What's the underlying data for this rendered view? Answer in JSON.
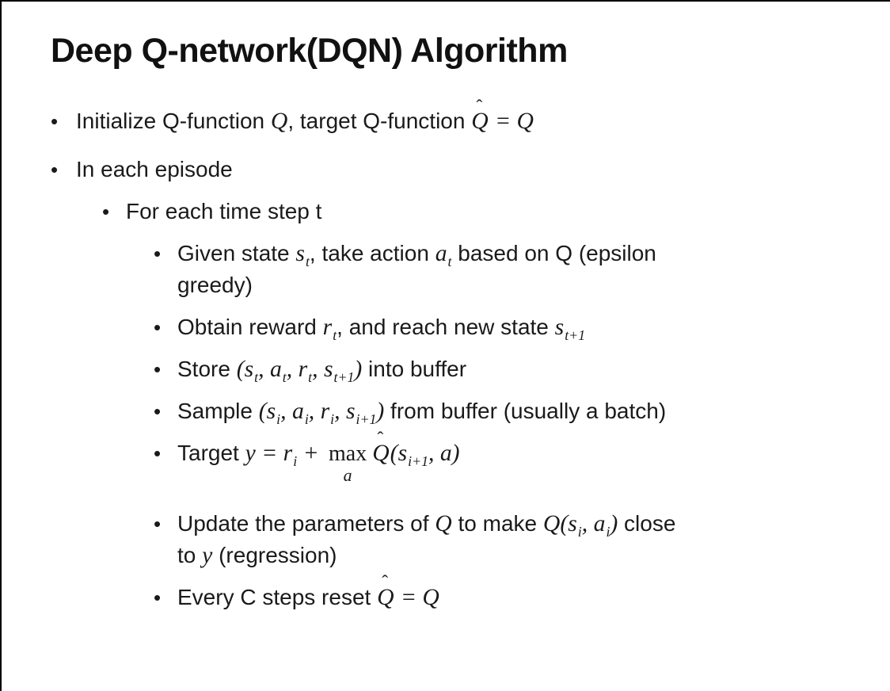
{
  "theme": {
    "background": "#ffffff",
    "text_color": "#1a1a1a",
    "title_color": "#111111",
    "edge_border_color": "#000000"
  },
  "content": {
    "title": "Deep Q-network(DQN) Algorithm",
    "bullet_char": "•",
    "bullets": [
      {
        "level": 1,
        "lines": [
          [
            {
              "k": "p",
              "t": "Initialize Q-function "
            },
            {
              "k": "m",
              "t": "Q"
            },
            {
              "k": "p",
              "t": ", target Q-function "
            },
            {
              "k": "h",
              "t": "Q",
              "mark": "ˆ"
            },
            {
              "k": "m",
              "t": " = "
            },
            {
              "k": "m",
              "t": "Q"
            }
          ]
        ]
      },
      {
        "level": 1,
        "lines": [
          [
            {
              "k": "p",
              "t": "In each episode"
            }
          ]
        ]
      },
      {
        "level": 2,
        "lines": [
          [
            {
              "k": "p",
              "t": "For each time step t"
            }
          ]
        ]
      },
      {
        "level": 3,
        "lines": [
          [
            {
              "k": "p",
              "t": "Given state "
            },
            {
              "k": "ms",
              "b": "s",
              "s": "t"
            },
            {
              "k": "p",
              "t": ", take action "
            },
            {
              "k": "ms",
              "b": "a",
              "s": "t"
            },
            {
              "k": "p",
              "t": " based on Q (epsilon"
            }
          ],
          [
            {
              "k": "p",
              "t": "greedy)"
            }
          ]
        ]
      },
      {
        "level": 3,
        "lines": [
          [
            {
              "k": "p",
              "t": "Obtain reward "
            },
            {
              "k": "ms",
              "b": "r",
              "s": "t"
            },
            {
              "k": "p",
              "t": ", and reach new state "
            },
            {
              "k": "ms",
              "b": "s",
              "s": "t+1"
            }
          ]
        ]
      },
      {
        "level": 3,
        "lines": [
          [
            {
              "k": "p",
              "t": "Store "
            },
            {
              "k": "m",
              "t": "("
            },
            {
              "k": "ms",
              "b": "s",
              "s": "t"
            },
            {
              "k": "m",
              "t": ", "
            },
            {
              "k": "ms",
              "b": "a",
              "s": "t"
            },
            {
              "k": "m",
              "t": ", "
            },
            {
              "k": "ms",
              "b": "r",
              "s": "t"
            },
            {
              "k": "m",
              "t": ", "
            },
            {
              "k": "ms",
              "b": "s",
              "s": "t+1"
            },
            {
              "k": "m",
              "t": ")"
            },
            {
              "k": "p",
              "t": " into buffer"
            }
          ]
        ]
      },
      {
        "level": 3,
        "lines": [
          [
            {
              "k": "p",
              "t": "Sample "
            },
            {
              "k": "m",
              "t": "("
            },
            {
              "k": "ms",
              "b": "s",
              "s": "i"
            },
            {
              "k": "m",
              "t": ", "
            },
            {
              "k": "ms",
              "b": "a",
              "s": "i"
            },
            {
              "k": "m",
              "t": ", "
            },
            {
              "k": "ms",
              "b": "r",
              "s": "i"
            },
            {
              "k": "m",
              "t": ", "
            },
            {
              "k": "ms",
              "b": "s",
              "s": "i+1"
            },
            {
              "k": "m",
              "t": ")"
            },
            {
              "k": "p",
              "t": " from buffer (usually a batch)"
            }
          ]
        ]
      },
      {
        "level": 3,
        "lines": [
          [
            {
              "k": "p",
              "t": "Target "
            },
            {
              "k": "m",
              "t": "y"
            },
            {
              "k": "m",
              "t": " = "
            },
            {
              "k": "ms",
              "b": "r",
              "s": "i"
            },
            {
              "k": "m",
              "t": " + "
            },
            {
              "k": "u",
              "top": "max",
              "bot": "a"
            },
            {
              "k": "h",
              "t": "Q",
              "mark": "ˆ"
            },
            {
              "k": "m",
              "t": "("
            },
            {
              "k": "ms",
              "b": "s",
              "s": "i+1"
            },
            {
              "k": "m",
              "t": ", "
            },
            {
              "k": "m",
              "t": "a"
            },
            {
              "k": "m",
              "t": ")"
            }
          ]
        ]
      },
      {
        "level": 3,
        "lines": [
          [
            {
              "k": "p",
              "t": "Update the parameters of "
            },
            {
              "k": "m",
              "t": "Q"
            },
            {
              "k": "p",
              "t": " to make "
            },
            {
              "k": "m",
              "t": "Q"
            },
            {
              "k": "m",
              "t": "("
            },
            {
              "k": "ms",
              "b": "s",
              "s": "i"
            },
            {
              "k": "m",
              "t": ", "
            },
            {
              "k": "ms",
              "b": "a",
              "s": "i"
            },
            {
              "k": "m",
              "t": ")"
            },
            {
              "k": "p",
              "t": " close"
            }
          ],
          [
            {
              "k": "p",
              "t": "to "
            },
            {
              "k": "m",
              "t": "y"
            },
            {
              "k": "p",
              "t": " (regression)"
            }
          ]
        ]
      },
      {
        "level": 3,
        "lines": [
          [
            {
              "k": "p",
              "t": "Every C steps reset "
            },
            {
              "k": "h",
              "t": "Q",
              "mark": "ˆ"
            },
            {
              "k": "m",
              "t": " = "
            },
            {
              "k": "m",
              "t": "Q"
            }
          ]
        ]
      }
    ]
  }
}
